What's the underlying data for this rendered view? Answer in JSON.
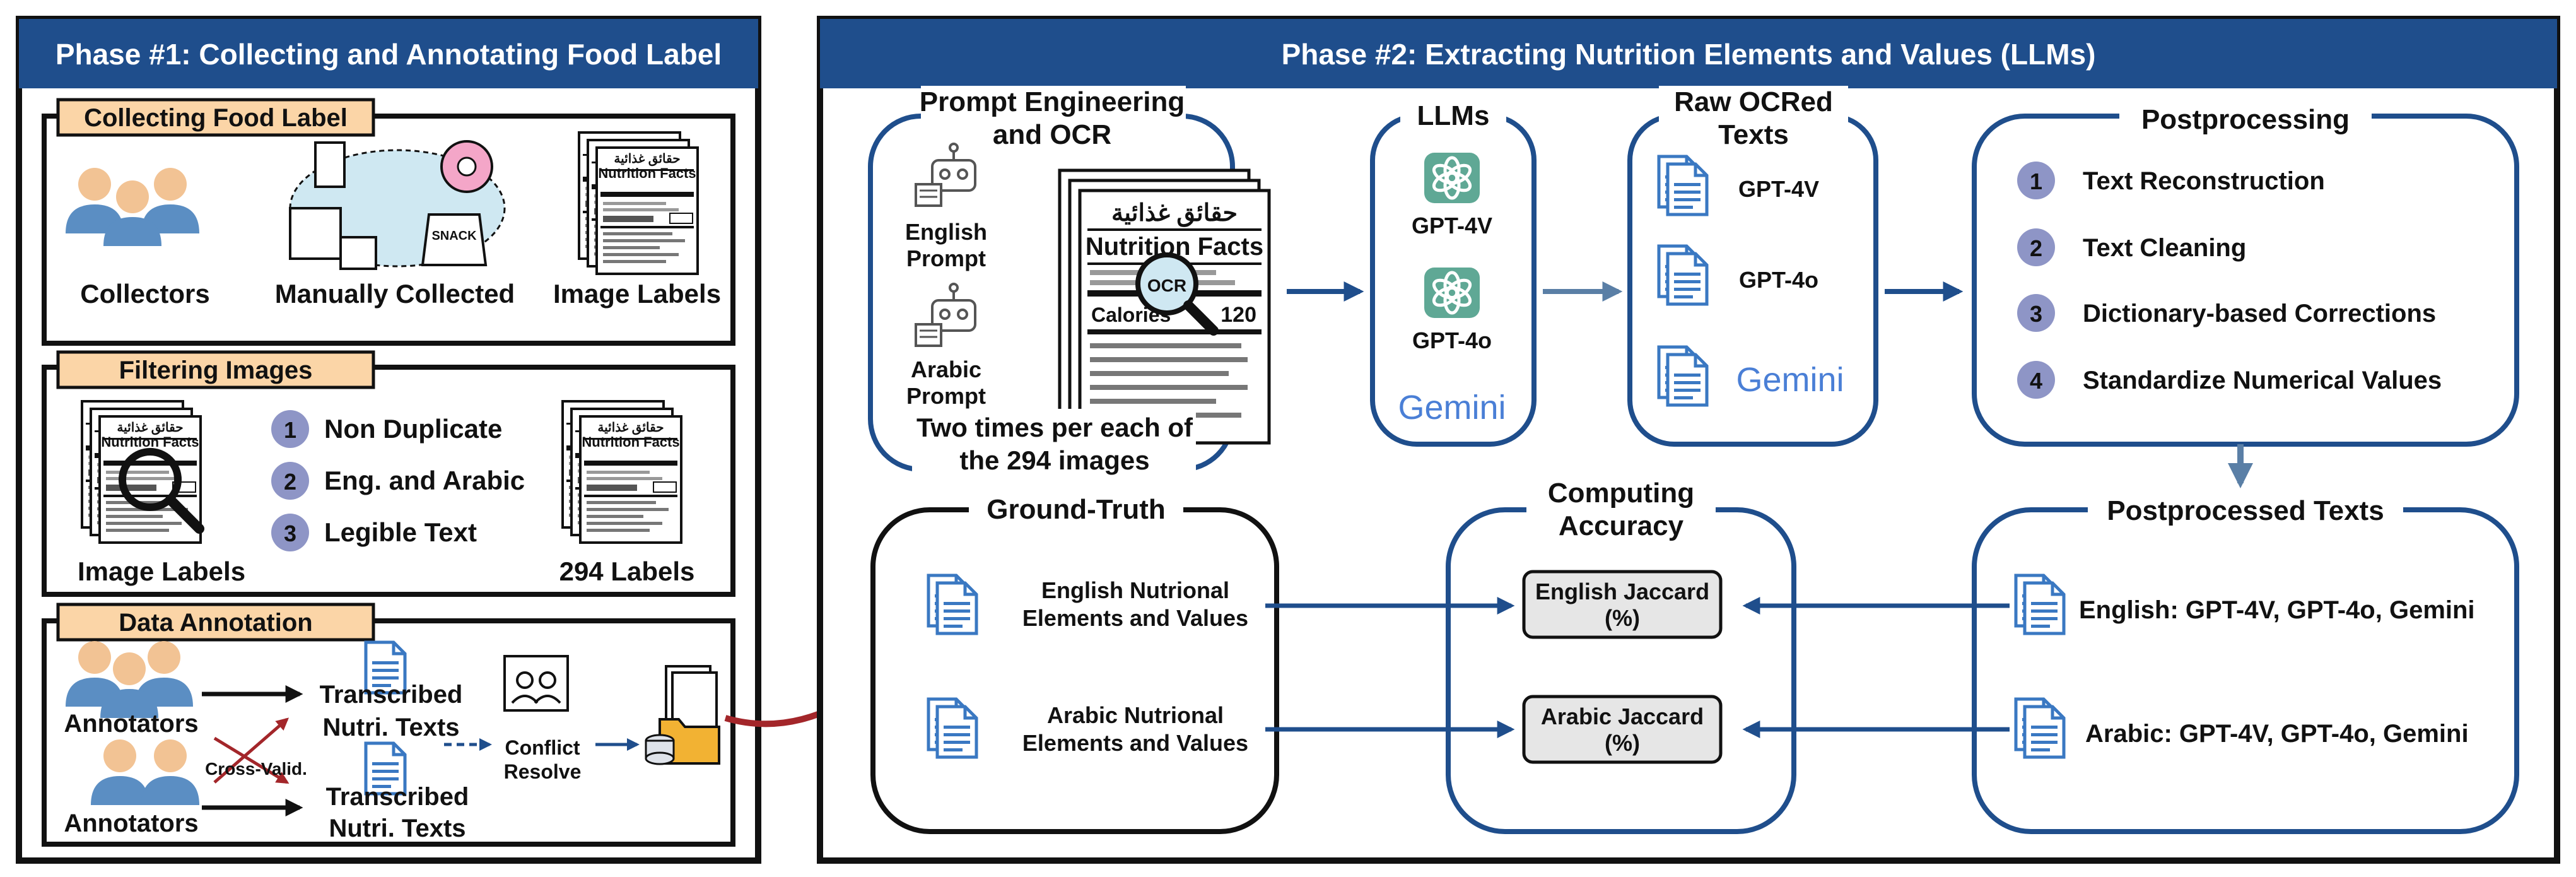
{
  "phase1": {
    "title": "Phase #1: Collecting and Annotating Food Label",
    "collecting": {
      "heading": "Collecting Food Label",
      "collectors": "Collectors",
      "manually": "Manually Collected",
      "image_labels": "Image Labels"
    },
    "filtering": {
      "heading": "Filtering Images",
      "criteria": [
        {
          "num": "1",
          "text": "Non Duplicate"
        },
        {
          "num": "2",
          "text": "Eng. and Arabic"
        },
        {
          "num": "3",
          "text": "Legible Text"
        }
      ],
      "image_labels": "Image Labels",
      "count_labels": "294 Labels"
    },
    "annotation": {
      "heading": "Data Annotation",
      "annotators_top": "Annotators",
      "annotators_bottom": "Annotators",
      "transcribed_top_1": "Transcribed",
      "transcribed_top_2": "Nutri. Texts",
      "transcribed_bottom_1": "Transcribed",
      "transcribed_bottom_2": "Nutri. Texts",
      "cross_valid": "Cross-Valid.",
      "conflict_1": "Conflict",
      "conflict_2": "Resolve"
    }
  },
  "phase2": {
    "title": "Phase #2: Extracting Nutrition Elements and Values (LLMs)",
    "prompt": {
      "heading_1": "Prompt Engineering",
      "heading_2": "and OCR",
      "english_1": "English",
      "english_2": "Prompt",
      "arabic_1": "Arabic",
      "arabic_2": "Prompt",
      "footer_1": "Two times per each of",
      "footer_2": "the 294 images"
    },
    "llms": {
      "heading": "LLMs",
      "items": [
        "GPT-4V",
        "GPT-4o"
      ],
      "gemini": "Gemini"
    },
    "raw": {
      "heading_1": "Raw OCRed",
      "heading_2": "Texts",
      "items": [
        "GPT-4V",
        "GPT-4o"
      ],
      "gemini": "Gemini"
    },
    "postprocessing": {
      "heading": "Postprocessing",
      "steps": [
        {
          "num": "1",
          "text": "Text Reconstruction"
        },
        {
          "num": "2",
          "text": "Text Cleaning"
        },
        {
          "num": "3",
          "text": "Dictionary-based Corrections"
        },
        {
          "num": "4",
          "text": "Standardize Numerical Values"
        }
      ]
    },
    "ground_truth": {
      "heading": "Ground-Truth",
      "english_1": "English Nutrional",
      "english_2": "Elements and Values",
      "arabic_1": "Arabic Nutrional",
      "arabic_2": "Elements and Values"
    },
    "accuracy": {
      "heading_1": "Computing",
      "heading_2": "Accuracy",
      "english_1": "English Jaccard",
      "english_2": "(%)",
      "arabic_1": "Arabic Jaccard",
      "arabic_2": "(%)"
    },
    "postprocessed": {
      "heading": "Postprocessed Texts",
      "english": "English: GPT-4V, GPT-4o, Gemini",
      "arabic": "Arabic: GPT-4V, GPT-4o, Gemini"
    }
  },
  "label_card": {
    "arabic_title": "حقائق غذائية",
    "title": "Nutrition Facts",
    "calories": "Calories",
    "cal_value": "120",
    "ocr": "OCR",
    "snack": "SNACK"
  },
  "colors": {
    "navy": "#1f4e8c",
    "header_blue": "#1f4e8c",
    "tag_fill": "#fbd5a7",
    "badge_fill": "#8e95c6",
    "people": "#5b8ec3",
    "person_head": "#f2c394",
    "cloud": "#cfe8f2",
    "gpt_green": "#5fa895",
    "doc_blue": "#3a78c2",
    "red_arrow": "#a3262a",
    "jaccard_fill": "#e6e6e6"
  }
}
